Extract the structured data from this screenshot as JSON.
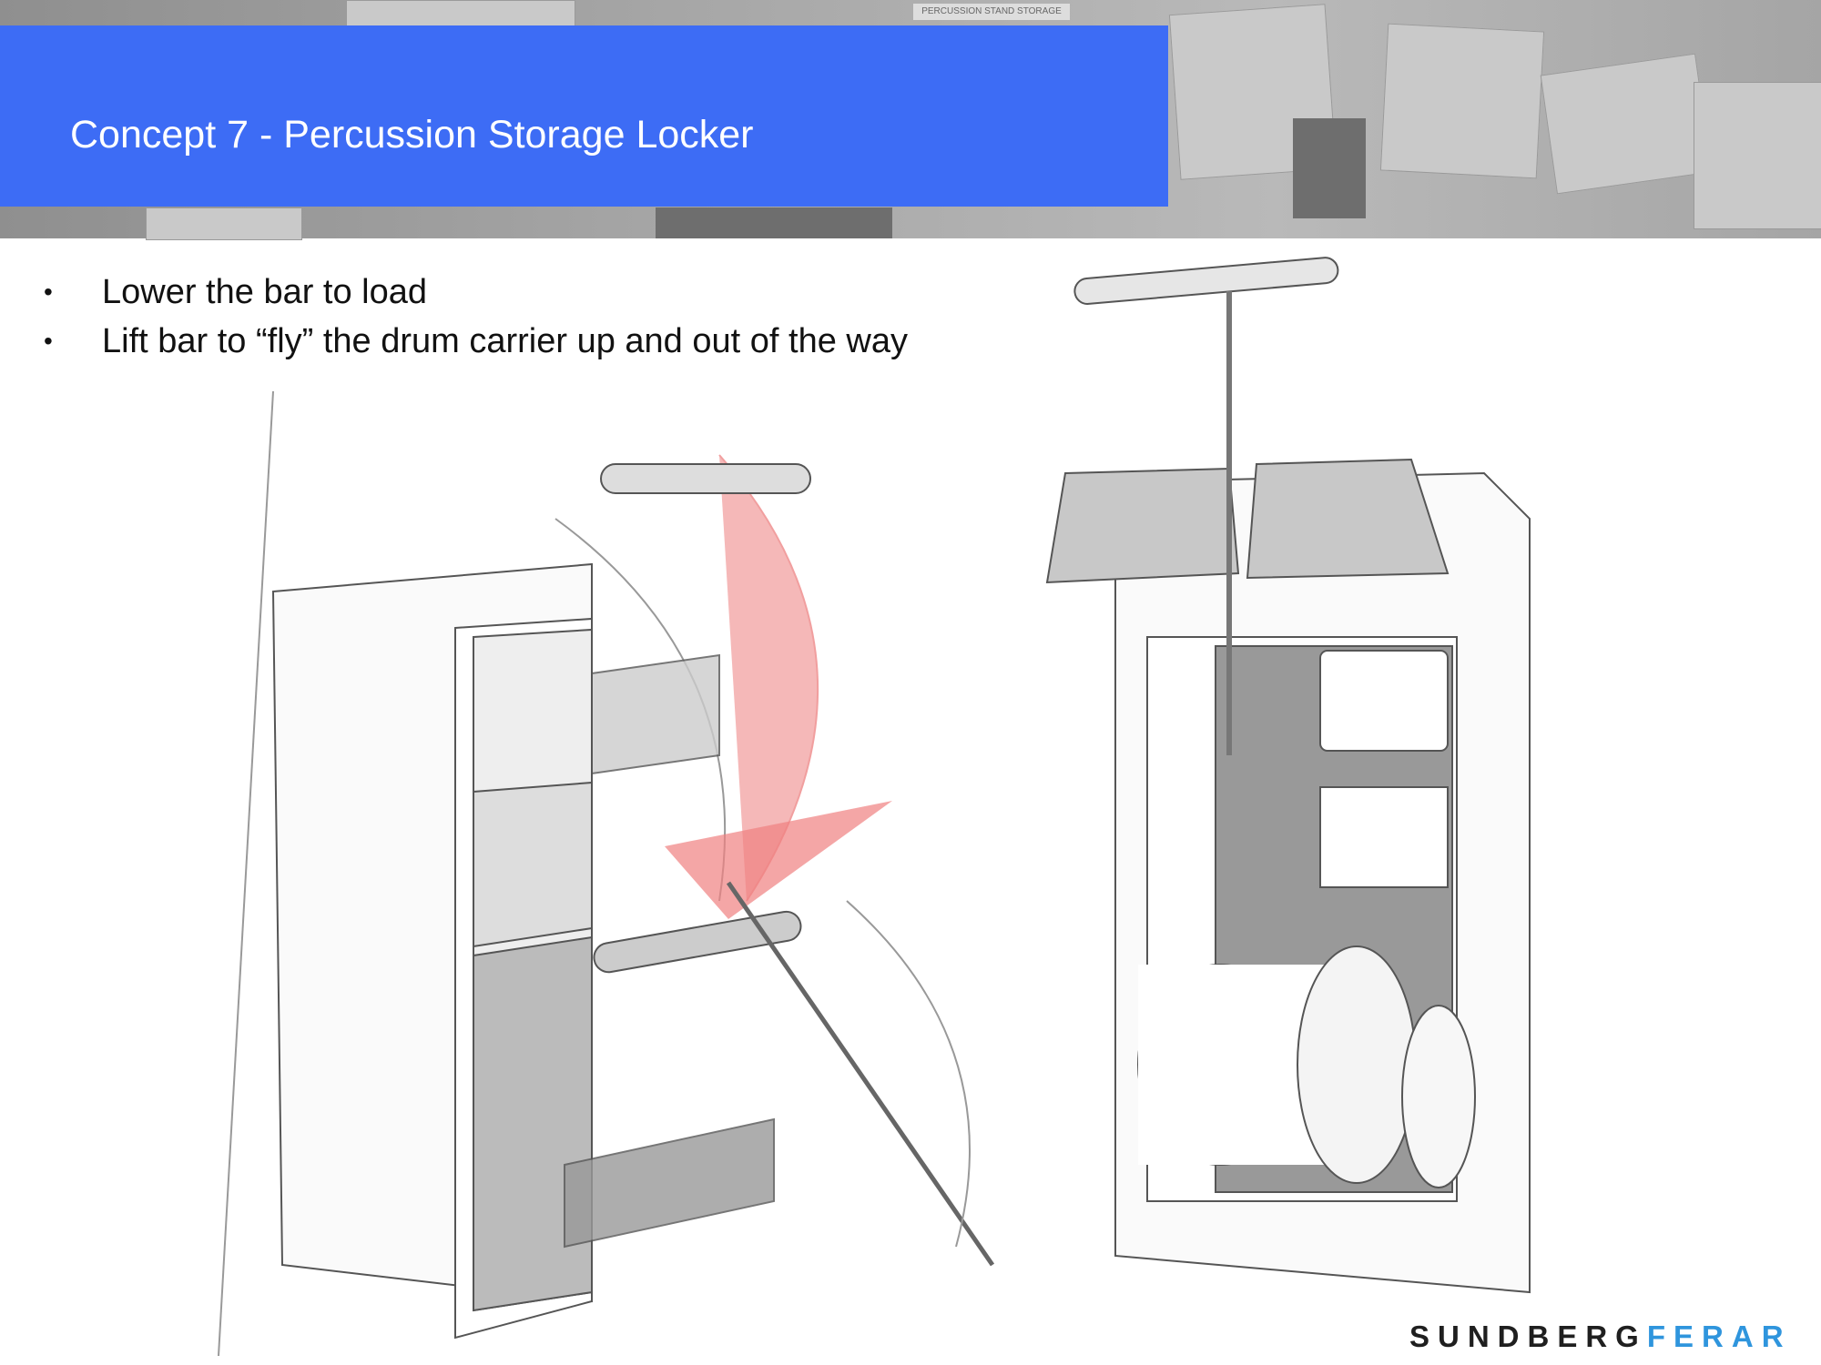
{
  "header": {
    "title": "Concept 7 - Percussion Storage Locker",
    "background_sign": "PERCUSSION STAND STORAGE",
    "accent_color": "#3d6cf5"
  },
  "bullets": [
    {
      "marker": "•",
      "text": "Lower the bar to load"
    },
    {
      "marker": "•",
      "text": "Lift bar to “fly” the drum carrier up and out of the way"
    }
  ],
  "illustrations": {
    "left": "locker-sketch-lowered-carrier",
    "right": "locker-sketch-raised-carrier"
  },
  "logo": {
    "part1": "SUNDBERG",
    "part2": "FERAR",
    "color1": "#1f1f1f",
    "color2": "#2f95dd"
  }
}
